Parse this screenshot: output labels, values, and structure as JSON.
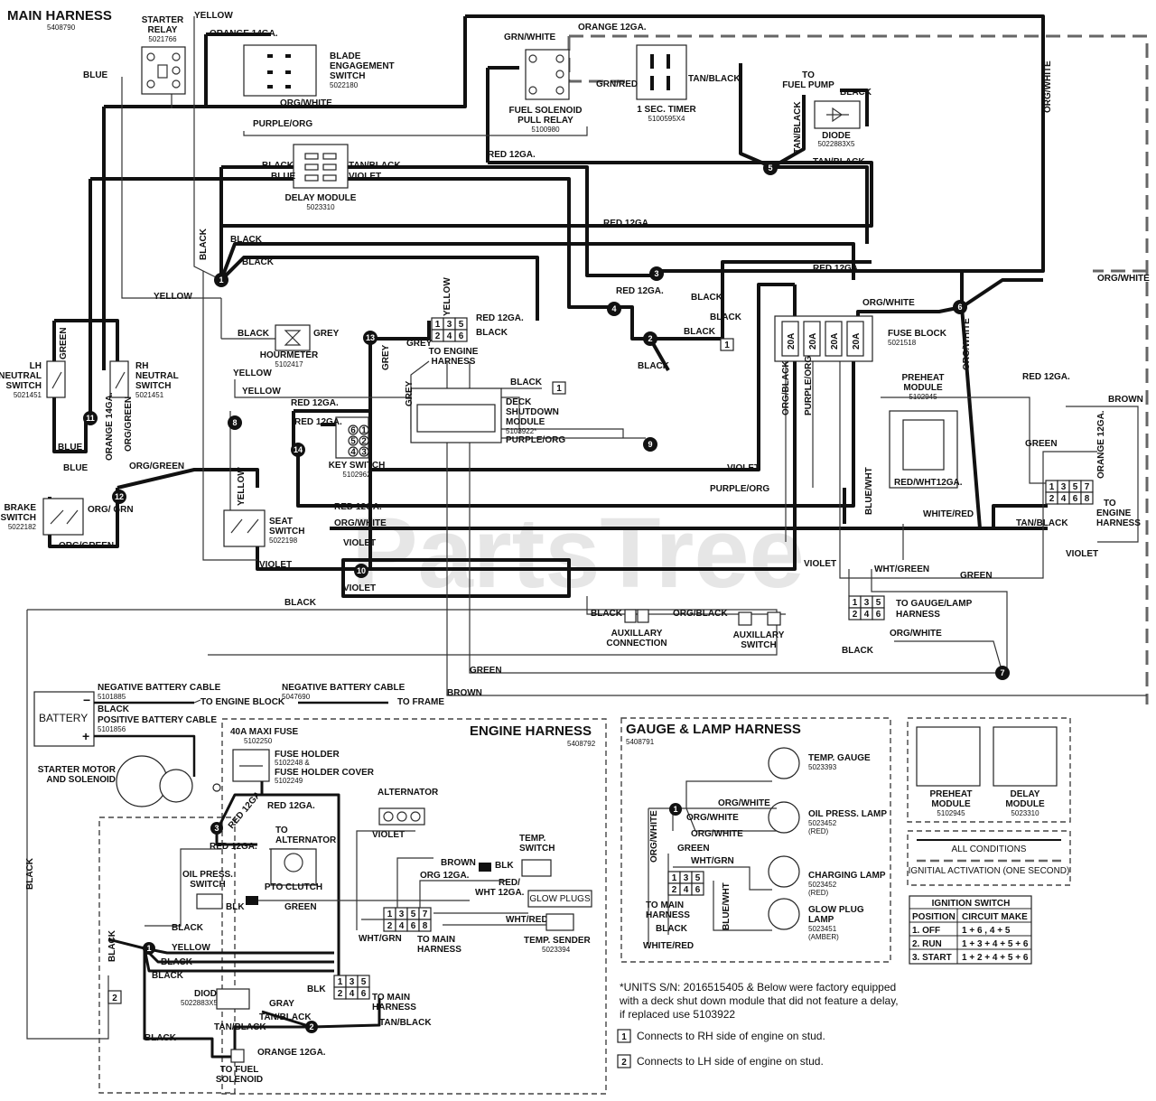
{
  "title": "MAIN HARNESS",
  "part": "5408790",
  "watermark": "PartsTree",
  "components": {
    "starter_relay": [
      "STARTER",
      "RELAY",
      "5021766"
    ],
    "blade_switch": [
      "BLADE",
      "ENGAGEMENT",
      "SWITCH",
      "5022180"
    ],
    "fuel_relay": [
      "FUEL SOLENOID",
      "PULL RELAY",
      "5100980"
    ],
    "timer": [
      "1 SEC. TIMER",
      "5100595X4"
    ],
    "fuel_pump": [
      "TO",
      "FUEL PUMP"
    ],
    "diode": [
      "DIODE",
      "5022883X5"
    ],
    "delay_module": [
      "DELAY MODULE",
      "5023310"
    ],
    "hourmeter": [
      "HOURMETER",
      "5102417"
    ],
    "engine_harness_conn": [
      "TO ENGINE",
      "HARNESS"
    ],
    "fuse_block": [
      "FUSE BLOCK",
      "5021518"
    ],
    "fuse_ratings": [
      "20A",
      "20A",
      "20A",
      "20A"
    ],
    "lh_switch": [
      "LH",
      "NEUTRAL",
      "SWITCH",
      "5021451"
    ],
    "rh_switch": [
      "RH",
      "NEUTRAL",
      "SWITCH",
      "5021451"
    ],
    "deck_module": [
      "DECK",
      "SHUTDOWN",
      "MODULE",
      "5103922*"
    ],
    "preheat_module": [
      "PREHEAT",
      "MODULE",
      "5102945"
    ],
    "key_switch": [
      "KEY SWITCH",
      "5102962"
    ],
    "brake_switch": [
      "BRAKE",
      "SWITCH",
      "5022182"
    ],
    "seat_switch": [
      "SEAT",
      "SWITCH",
      "5022198"
    ],
    "to_engine_harness_right": [
      "TO",
      "ENGINE",
      "HARNESS"
    ],
    "gauge_lamp_conn": [
      "TO GAUGE/LAMP",
      "HARNESS"
    ],
    "aux_conn": [
      "AUXILLARY",
      "CONNECTION"
    ],
    "aux_switch": [
      "AUXILLARY",
      "SWITCH"
    ]
  },
  "pins": {
    "connector_6": [
      "1",
      "3",
      "5",
      "2",
      "4",
      "6"
    ],
    "connector_8": [
      "1",
      "3",
      "5",
      "7",
      "2",
      "4",
      "6",
      "8"
    ],
    "key": [
      "6",
      "1",
      "5",
      "2",
      "4",
      "3"
    ]
  },
  "wires": {
    "yellow": "YELLOW",
    "blue": "BLUE",
    "orange14": "ORANGE 14GA.",
    "org_white": "ORG/WHITE",
    "purple_org": "PURPLE/ORG",
    "grn_white": "GRN/WHITE",
    "orange12": "ORANGE 12GA.",
    "grn_red": "GRN/RED",
    "tan_black": "TAN/BLACK",
    "black": "BLACK",
    "red12": "RED 12GA.",
    "violet": "VIOLET",
    "green": "GREEN",
    "grey": "GREY",
    "org_black": "ORG/BLACK",
    "org_green": "ORG/GREEN",
    "org_grn": "ORG/ GRN",
    "white_red": "WHITE/RED",
    "blue_wht": "BLUE/WHT",
    "wht_green": "WHT/GREEN",
    "red_wht12": "RED/WHT12GA.",
    "brown": "BROWN",
    "gray": "GRAY",
    "blk": "BLK",
    "wht_grn": "WHT/GRN",
    "wht12": "WHT 12GA.",
    "red_slash": "RED/",
    "wht_red": "WHT/RED",
    "org12": "ORG 12GA."
  },
  "nodes": [
    "1",
    "2",
    "3",
    "4",
    "5",
    "6",
    "7",
    "8",
    "9",
    "10",
    "11",
    "12",
    "13",
    "14"
  ],
  "battery": {
    "label": "BATTERY",
    "neg_cable": "NEGATIVE BATTERY CABLE",
    "neg_part_1": "5101885",
    "neg_part_2": "5047690",
    "pos_cable": "POSITIVE BATTERY CABLE",
    "pos_part": "5101856",
    "to_engine_block": "TO ENGINE BLOCK",
    "to_frame": "TO FRAME",
    "minus": "−",
    "plus": "+"
  },
  "engine": {
    "title": "ENGINE HARNESS",
    "part": "5408792",
    "maxi_fuse": [
      "40A MAXI FUSE",
      "5102250"
    ],
    "fuse_holder": [
      "FUSE HOLDER",
      "5102248 &",
      "FUSE HOLDER COVER",
      "5102249"
    ],
    "starter": [
      "STARTER MOTOR",
      "AND SOLENOID"
    ],
    "alternator": "ALTERNATOR",
    "to_alternator": [
      "TO",
      "ALTERNATOR"
    ],
    "oil_switch": [
      "OIL PRESS.",
      "SWITCH"
    ],
    "pto": "PTO CLUTCH",
    "temp_switch": [
      "TEMP.",
      "SWITCH"
    ],
    "glow_plugs": "GLOW PLUGS",
    "temp_sender": [
      "TEMP. SENDER",
      "5023394"
    ],
    "to_main": [
      "TO MAIN",
      "HARNESS"
    ],
    "diode": [
      "DIODE",
      "5022883X5"
    ],
    "to_fuel_solenoid": [
      "TO FUEL",
      "SOLENOID"
    ]
  },
  "gauge": {
    "title": "GAUGE & LAMP HARNESS",
    "part": "5408791",
    "temp_gauge": [
      "TEMP. GAUGE",
      "5023393"
    ],
    "oil_lamp": [
      "OIL PRESS. LAMP",
      "5023452",
      "(RED)"
    ],
    "charging_lamp": [
      "CHARGING LAMP",
      "5023452",
      "(RED)"
    ],
    "glow_lamp": [
      "GLOW PLUG",
      "LAMP",
      "5023451",
      "(AMBER)"
    ],
    "to_main": [
      "TO MAIN",
      "HARNESS"
    ]
  },
  "legend": {
    "preheat": [
      "PREHEAT",
      "MODULE",
      "5102945"
    ],
    "delay": [
      "DELAY",
      "MODULE",
      "5023310"
    ],
    "all_conditions": "ALL CONDITIONS",
    "ignitial": "IGNITIAL ACTIVATION (ONE SECOND)"
  },
  "ignition_table": {
    "title": "IGNITION SWITCH",
    "headers": [
      "POSITION",
      "CIRCUIT MAKE"
    ],
    "rows": [
      [
        "1. OFF",
        "1 + 6 , 4 + 5"
      ],
      [
        "2. RUN",
        "1 + 3 + 4 + 5 + 6"
      ],
      [
        "3. START",
        "1 + 2 + 4 + 5 + 6"
      ]
    ]
  },
  "notes": {
    "units": [
      "*UNITS S/N: 2016515405 & Below were factory equipped",
      "with a deck shut down module that did not feature a delay,",
      "if replaced use 5103922"
    ],
    "box1": "1",
    "box2": "2",
    "note1": "Connects to RH side of engine on stud.",
    "note2": "Connects to LH side of engine on stud."
  }
}
